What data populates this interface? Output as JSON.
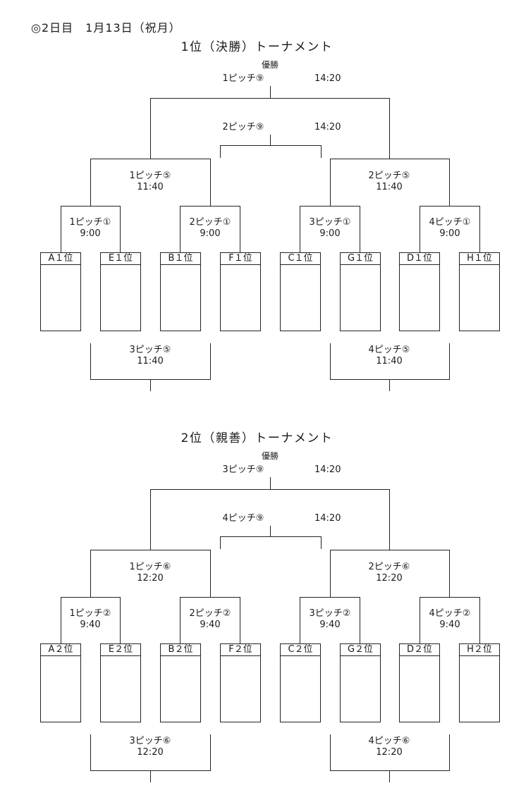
{
  "header": "◎2日目　1月13日（祝月）",
  "brackets": [
    {
      "title": "1位（決勝）トーナメント",
      "champion": "優勝",
      "final": {
        "pitch": "1ピッチ⑨",
        "time": "14:20"
      },
      "third": {
        "pitch": "2ピッチ⑨",
        "time": "14:20"
      },
      "semis": [
        {
          "pitch": "1ピッチ⑤",
          "time": "11:40"
        },
        {
          "pitch": "2ピッチ⑤",
          "time": "11:40"
        }
      ],
      "quarters": [
        {
          "pitch": "1ピッチ①",
          "time": "9:00"
        },
        {
          "pitch": "2ピッチ①",
          "time": "9:00"
        },
        {
          "pitch": "3ピッチ①",
          "time": "9:00"
        },
        {
          "pitch": "4ピッチ①",
          "time": "9:00"
        }
      ],
      "teams": [
        "A１位",
        "E１位",
        "B１位",
        "F１位",
        "C１位",
        "G１位",
        "D１位",
        "H１位"
      ],
      "consolation": [
        {
          "pitch": "3ピッチ⑤",
          "time": "11:40"
        },
        {
          "pitch": "4ピッチ⑤",
          "time": "11:40"
        }
      ]
    },
    {
      "title": "2位（親善）トーナメント",
      "champion": "優勝",
      "final": {
        "pitch": "3ピッチ⑨",
        "time": "14:20"
      },
      "third": {
        "pitch": "4ピッチ⑨",
        "time": "14:20"
      },
      "semis": [
        {
          "pitch": "1ピッチ⑥",
          "time": "12:20"
        },
        {
          "pitch": "2ピッチ⑥",
          "time": "12:20"
        }
      ],
      "quarters": [
        {
          "pitch": "1ピッチ②",
          "time": "9:40"
        },
        {
          "pitch": "2ピッチ②",
          "time": "9:40"
        },
        {
          "pitch": "3ピッチ②",
          "time": "9:40"
        },
        {
          "pitch": "4ピッチ②",
          "time": "9:40"
        }
      ],
      "teams": [
        "A２位",
        "E２位",
        "B２位",
        "F２位",
        "C２位",
        "G２位",
        "D２位",
        "H２位"
      ],
      "consolation": [
        {
          "pitch": "3ピッチ⑥",
          "time": "12:20"
        },
        {
          "pitch": "4ピッチ⑥",
          "time": "12:20"
        }
      ]
    }
  ]
}
